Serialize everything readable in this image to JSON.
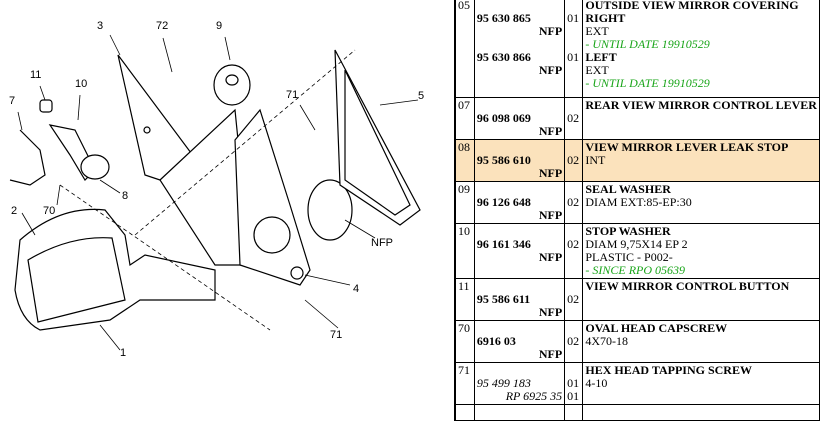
{
  "diagram": {
    "callouts": [
      "3",
      "72",
      "9",
      "11",
      "10",
      "7",
      "71",
      "5",
      "8",
      "70",
      "2",
      "NFP",
      "4",
      "71",
      "1"
    ]
  },
  "rows": [
    {
      "ref": "05",
      "items": [
        {
          "pn": "95 630 865",
          "nfp": "NFP",
          "qty": "01"
        },
        {
          "pn": "95 630 866",
          "nfp": "NFP",
          "qty": "01"
        }
      ],
      "title": "OUTSIDE VIEW MIRROR COVERING",
      "desc": [
        "RIGHT",
        "EXT",
        "- UNTIL DATE 19910529",
        "LEFT",
        "EXT",
        "- UNTIL DATE 19910529"
      ]
    },
    {
      "ref": "07",
      "pn": "96 098 069",
      "nfp": "NFP",
      "qty": "02",
      "title": "REAR VIEW MIRROR CONTROL LEVER",
      "desc": []
    },
    {
      "ref": "08",
      "pn": "95 586 610",
      "nfp": "NFP",
      "qty": "02",
      "title": "VIEW MIRROR LEVER LEAK STOP",
      "desc": [
        "INT"
      ]
    },
    {
      "ref": "09",
      "pn": "96 126 648",
      "nfp": "NFP",
      "qty": "02",
      "title": "SEAL WASHER",
      "desc": [
        "DIAM EXT:85-EP:30"
      ]
    },
    {
      "ref": "10",
      "pn": "96 161 346",
      "nfp": "NFP",
      "qty": "02",
      "title": "STOP WASHER",
      "desc": [
        "DIAM 9,75X14 EP 2",
        "PLASTIC - P002-",
        "- SINCE RPO 05639"
      ]
    },
    {
      "ref": "11",
      "pn": "95 586 611",
      "nfp": "NFP",
      "qty": "02",
      "title": "VIEW MIRROR CONTROL BUTTON",
      "desc": []
    },
    {
      "ref": "70",
      "pn": "6916 03",
      "nfp": "NFP",
      "qty": "02",
      "title": "OVAL HEAD CAPSCREW",
      "desc": [
        "4X70-18"
      ]
    },
    {
      "ref": "71",
      "pn": "95 499 183",
      "pn2": "RP 6925 35",
      "qty": "01",
      "qty2": "01",
      "title": "HEX HEAD TAPPING SCREW",
      "desc": [
        "4-10"
      ]
    }
  ]
}
